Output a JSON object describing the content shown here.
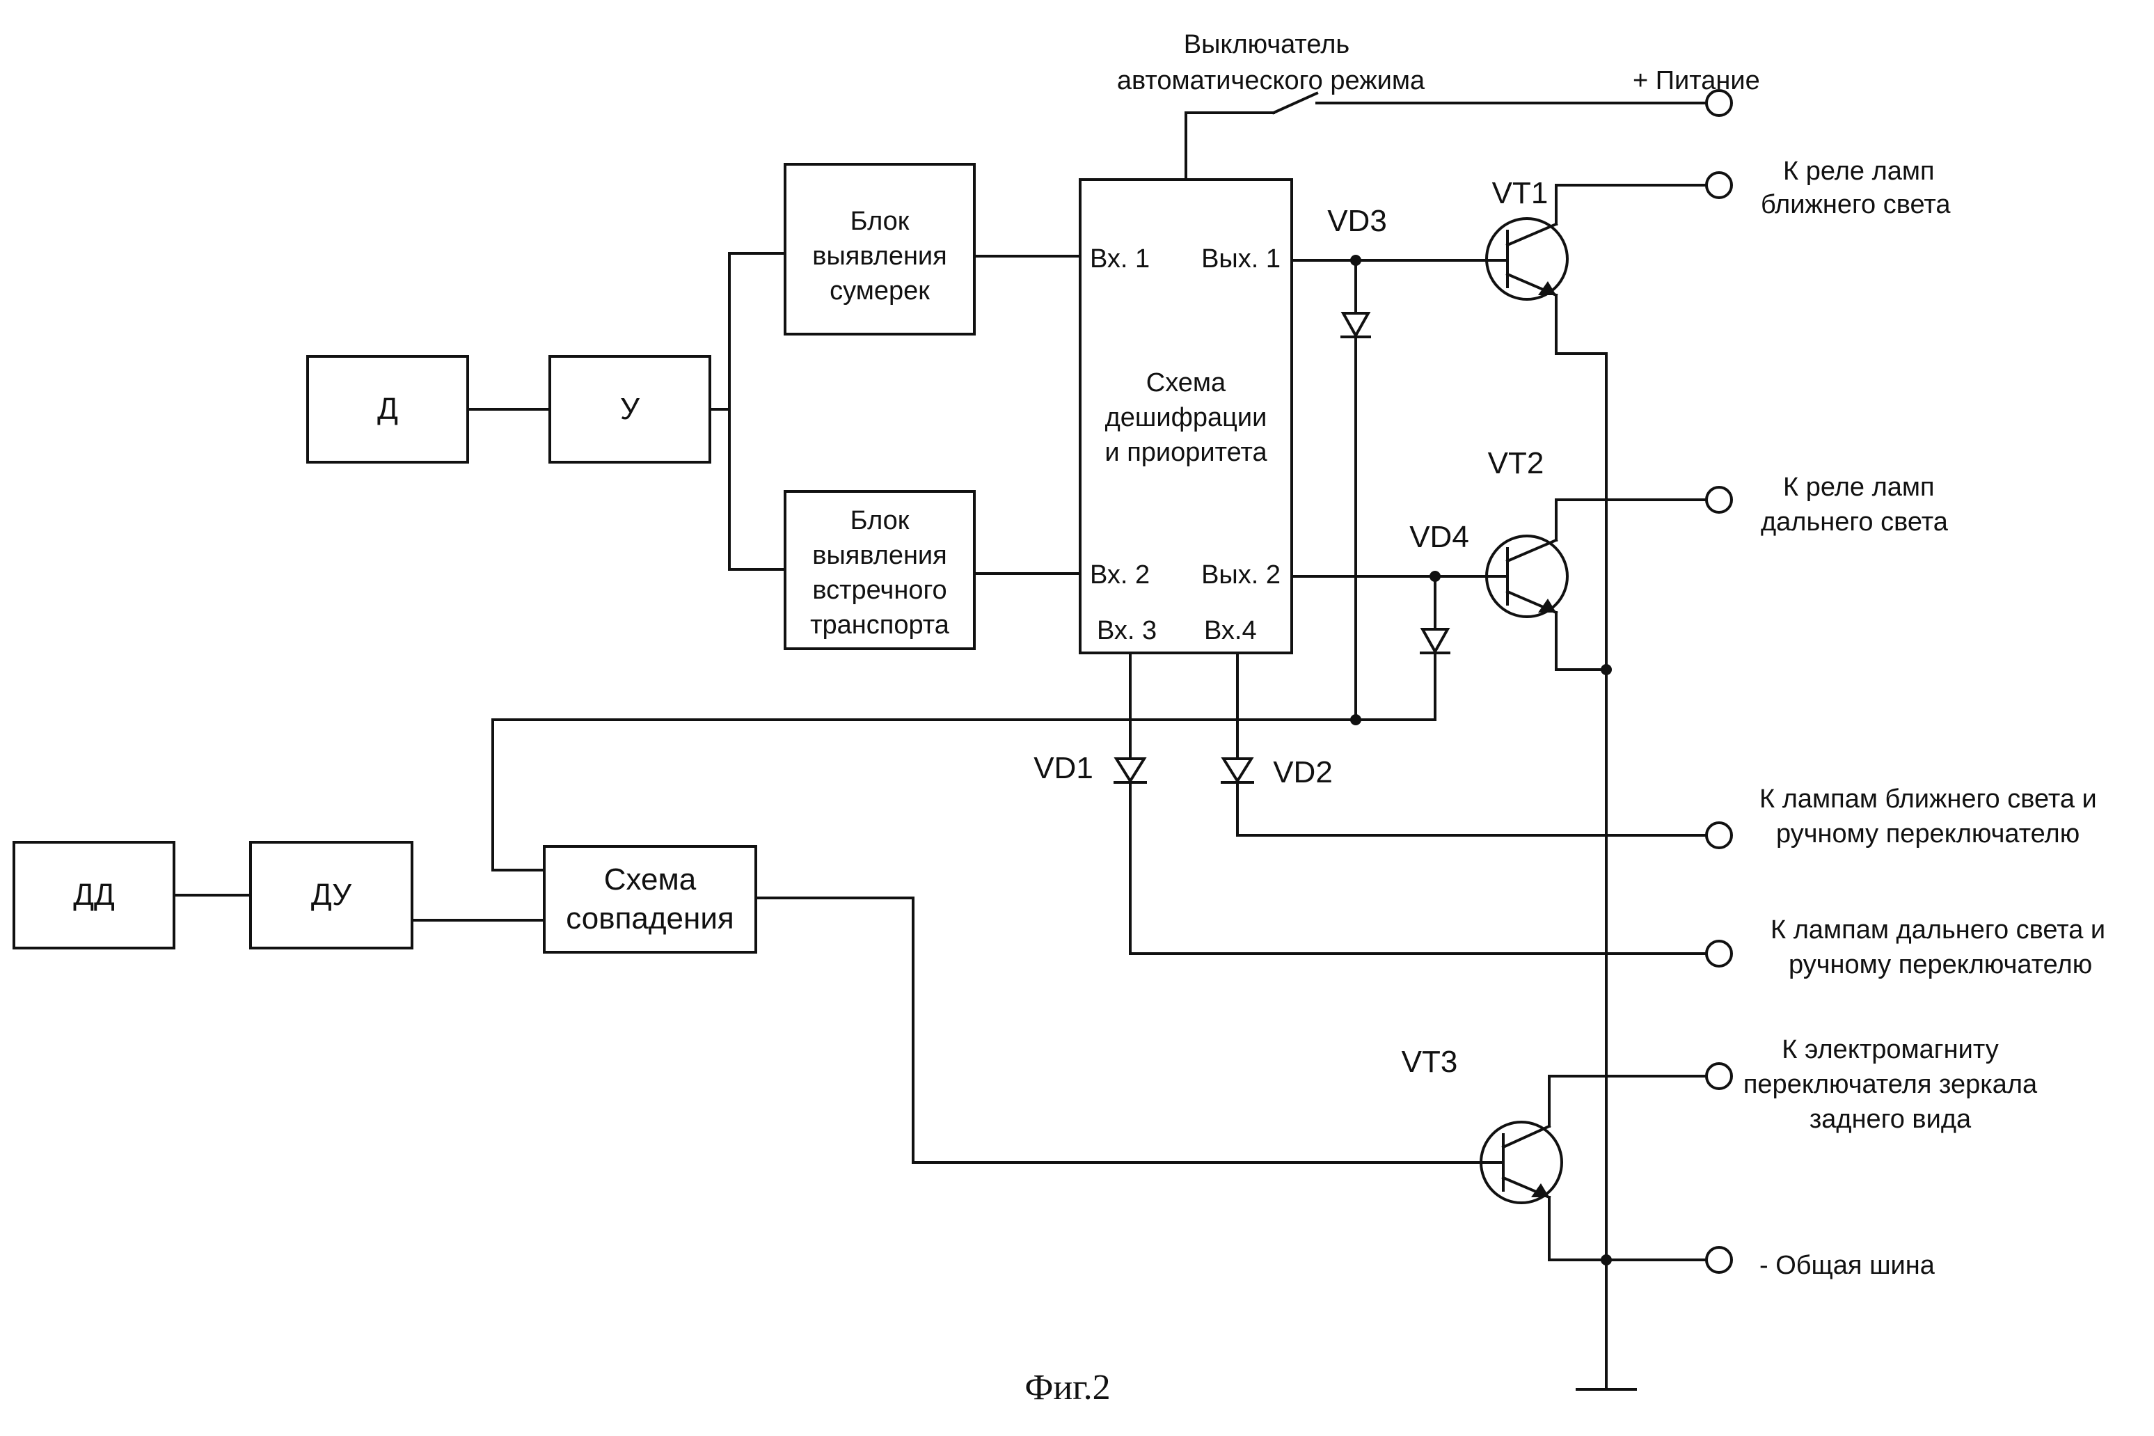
{
  "figure": {
    "caption": "Фиг.2"
  },
  "blocks": {
    "d": {
      "label": "Д"
    },
    "u": {
      "label": "У"
    },
    "twilight": {
      "lines": [
        "Блок",
        "выявления",
        "сумерек"
      ]
    },
    "oncoming": {
      "lines": [
        "Блок",
        "выявления",
        "встречного",
        "транспорта"
      ]
    },
    "decoder": {
      "lines": [
        "Схема",
        "дешифрации",
        "и приоритета"
      ],
      "in1": "Вх. 1",
      "in2": "Вх. 2",
      "in3": "Вх. 3",
      "in4": "Вх.4",
      "out1": "Вых. 1",
      "out2": "Вых. 2"
    },
    "dd": {
      "label": "ДД"
    },
    "du": {
      "label": "ДУ"
    },
    "coincidence": {
      "lines": [
        "Схема",
        "совпадения"
      ]
    }
  },
  "switch": {
    "lines": [
      "Выключатель",
      "автоматического режима"
    ]
  },
  "components": {
    "vt1": "VT1",
    "vt2": "VT2",
    "vt3": "VT3",
    "vd1": "VD1",
    "vd2": "VD2",
    "vd3": "VD3",
    "vd4": "VD4"
  },
  "terminals": {
    "power": "+ Питание",
    "low_beam_relay": [
      "К реле ламп",
      "ближнего света"
    ],
    "high_beam_relay": [
      "К реле ламп",
      "дальнего света"
    ],
    "low_beam_manual": [
      "К лампам ближнего света и",
      "ручному переключателю"
    ],
    "high_beam_manual": [
      "К лампам дальнего света и",
      "ручному переключателю"
    ],
    "mirror": [
      "К электромагниту",
      "переключателя зеркала",
      "заднего вида"
    ],
    "common": "- Общая шина"
  }
}
